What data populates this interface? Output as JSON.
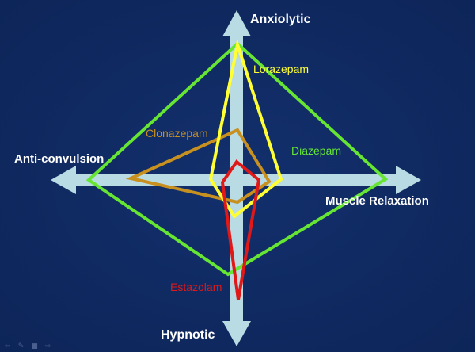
{
  "axes": {
    "top": "Anxiolytic",
    "left": "Anti-convulsion",
    "right": "Muscle Relaxation",
    "bottom": "Hypnotic"
  },
  "drugs": {
    "lorazepam": {
      "label": "Lorazepam",
      "color": "#ffff33"
    },
    "clonazepam": {
      "label": "Clonazepam",
      "color": "#c8901e"
    },
    "diazepam": {
      "label": "Diazepam",
      "color": "#66e633"
    },
    "estazolam": {
      "label": "Estazolam",
      "color": "#e01818"
    }
  },
  "colors": {
    "background": "#0f2a63",
    "axis": "#b9dbe3",
    "text": "#ffffff"
  },
  "nav_icons": [
    "previous-icon",
    "pen-icon",
    "menu-icon",
    "next-icon"
  ]
}
